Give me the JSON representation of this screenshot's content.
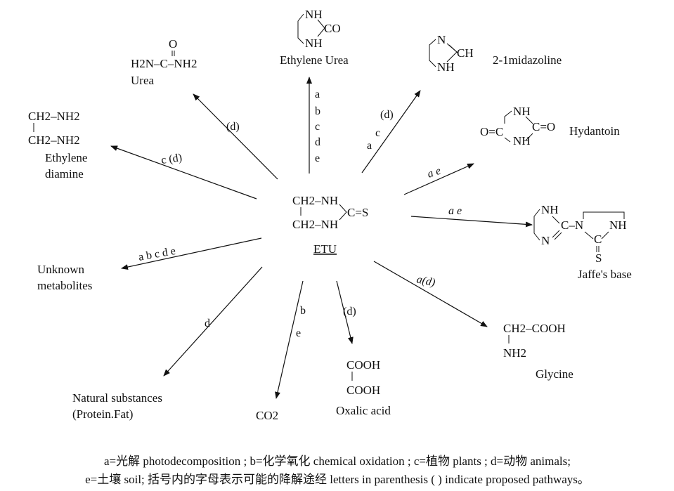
{
  "center": {
    "line1": "CH2–NH",
    "line2": "CH2–NH",
    "group": "C=S",
    "label": "ETU"
  },
  "nodes": {
    "urea": {
      "top": "O",
      "formula": "H2N–C–NH2",
      "name": "Urea"
    },
    "ethylene_urea": {
      "nh1": "NH",
      "co": "CO",
      "nh2": "NH",
      "name": "Ethylene Urea"
    },
    "imidazoline": {
      "n": "N",
      "ch": "CH",
      "nh": "NH",
      "name": "2-1midazoline"
    },
    "ethylene_diamine": {
      "line1": "CH2–NH2",
      "line2": "CH2–NH2",
      "name1": "Ethylene",
      "name2": "diamine"
    },
    "hydantoin": {
      "nh1": "NH",
      "left": "O=C",
      "right": "C=O",
      "nh2": "NH",
      "name": "Hydantoin"
    },
    "jaffes_base": {
      "nh1": "NH",
      "n1": "N",
      "cn": "C–N",
      "nh2": "NH",
      "c": "C",
      "s": "S",
      "name": "Jaffe's base"
    },
    "unknown": {
      "name1": "Unknown",
      "name2": "metabolites"
    },
    "glycine": {
      "line1": "CH2–COOH",
      "line2": "NH2",
      "name": "Glycine"
    },
    "natural": {
      "name1": "Natural substances",
      "name2": "(Protein.Fat)"
    },
    "co2": {
      "name": "CO2"
    },
    "oxalic": {
      "line1": "COOH",
      "line2": "COOH",
      "name": "Oxalic acid"
    }
  },
  "pathways": {
    "urea": "(d)",
    "ethylene_urea": [
      "a",
      "b",
      "c",
      "d",
      "e"
    ],
    "imidazoline": {
      "p1": "(d)",
      "p2": "c",
      "p3": "a"
    },
    "ethylene_diamine": "c (d)",
    "hydantoin": "a e",
    "jaffes_base": "a e",
    "unknown": "a b c d e",
    "glycine": "a(d)",
    "natural": "d",
    "co2": [
      "b",
      "e"
    ],
    "oxalic": "(d)"
  },
  "legend": {
    "line1": "a=光解 photodecomposition ; b=化学氧化 chemical oxidation ; c=植物 plants ; d=动物 animals;",
    "line2": "e=土壤 soil;  括号内的字母表示可能的降解途经 letters in parenthesis ( ) indicate proposed pathways。"
  }
}
